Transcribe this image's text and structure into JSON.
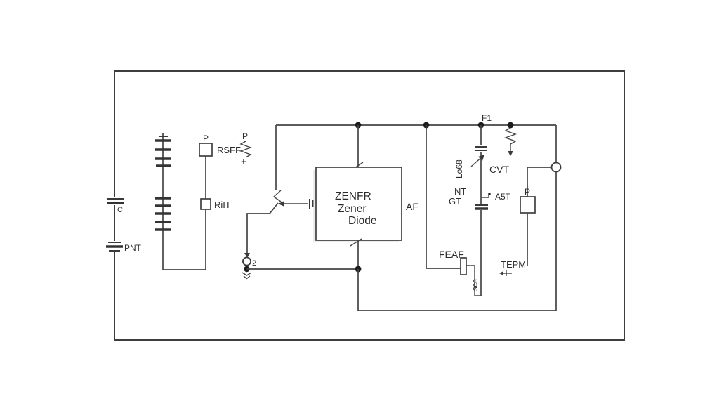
{
  "diagram": {
    "type": "circuit-schematic",
    "colors": {
      "background": "#ffffff",
      "line": "#454545",
      "text": "#2b2b2b",
      "block_shadow": "#d9d9d9"
    },
    "labels": {
      "capacitor_c": "C",
      "capacitor_pnt": "PNT",
      "rsff_p": "P",
      "rsff": "RSFF",
      "riit": "RiIT",
      "resistor_p": "P",
      "resistor_plus": "+",
      "o2_subscript": "2",
      "f1": "F1",
      "zener_line1": "ZENFR",
      "zener_line2": "Zener",
      "zener_line3": "Diode",
      "af": "AF",
      "lo68_rotated": "Lo68",
      "cvt": "CVT",
      "nt": "NT",
      "gt": "GT",
      "a5t": "A5T",
      "feaf": "FEAF",
      "sce_rotated": "sce",
      "tepm": "TEPM",
      "p_right": "P"
    }
  }
}
